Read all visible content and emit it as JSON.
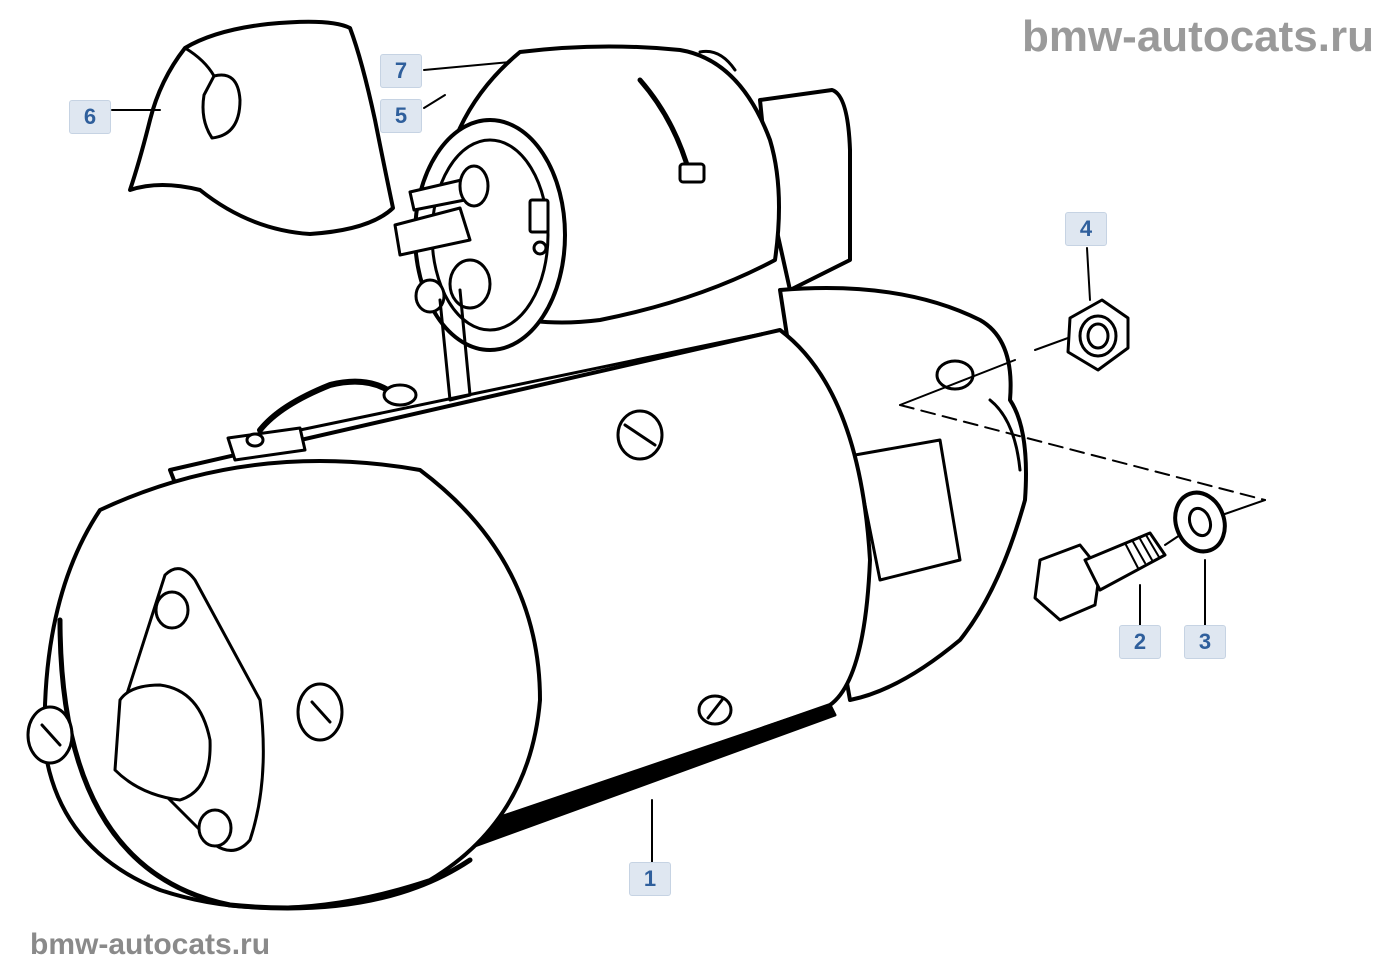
{
  "watermarks": {
    "top": "bmw-autocats.ru",
    "bottom": "bmw-autocats.ru"
  },
  "callouts": [
    {
      "id": "1",
      "label": "1"
    },
    {
      "id": "2",
      "label": "2"
    },
    {
      "id": "3",
      "label": "3"
    },
    {
      "id": "4",
      "label": "4"
    },
    {
      "id": "5",
      "label": "5"
    },
    {
      "id": "6",
      "label": "6"
    },
    {
      "id": "7",
      "label": "7"
    }
  ],
  "colors": {
    "line": "#000000",
    "callout_fill": "#dfe7f1",
    "callout_text": "#2f5f9c",
    "watermark": "#9a9a9a"
  }
}
